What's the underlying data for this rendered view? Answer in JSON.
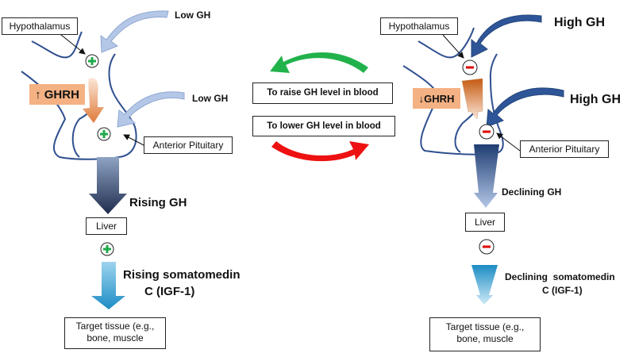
{
  "left": {
    "hypothalamus": "Hypothalamus",
    "feedback_top": "Low GH",
    "feedback_mid": "Low GH",
    "ghrh": "↑ GHRH",
    "pituitary": "Anterior Pituitary",
    "gh_label": "Rising GH",
    "liver": "Liver",
    "igf_line1": "Rising somatomedin",
    "igf_line2": "C (IGF-1)",
    "target_line1": "Target tissue (e.g.,",
    "target_line2": "bone, muscle",
    "sign": "+"
  },
  "center": {
    "raise": "To raise GH level in blood",
    "lower": "To lower GH level in blood"
  },
  "right": {
    "hypothalamus": "Hypothalamus",
    "feedback_top": "High GH",
    "feedback_mid": "High GH",
    "ghrh": "↓GHRH",
    "pituitary": "Anterior Pituitary",
    "gh_label": "Declining GH",
    "liver": "Liver",
    "igf_line1": "Declining  somatomedin",
    "igf_line2": "C (IGF-1)",
    "target_line1": "Target tissue (e.g.,",
    "target_line2": "bone, muscle",
    "sign": "−"
  },
  "colors": {
    "outline": "#2f4f8f",
    "plus": "#1faa4b",
    "minus": "#e00000",
    "green_arrow": "#21b24b",
    "red_arrow": "#ee1111",
    "light_arrow": "#b4c7e7",
    "dark_arrow": "#2e5597",
    "ghrh_bg": "#f4b183"
  }
}
